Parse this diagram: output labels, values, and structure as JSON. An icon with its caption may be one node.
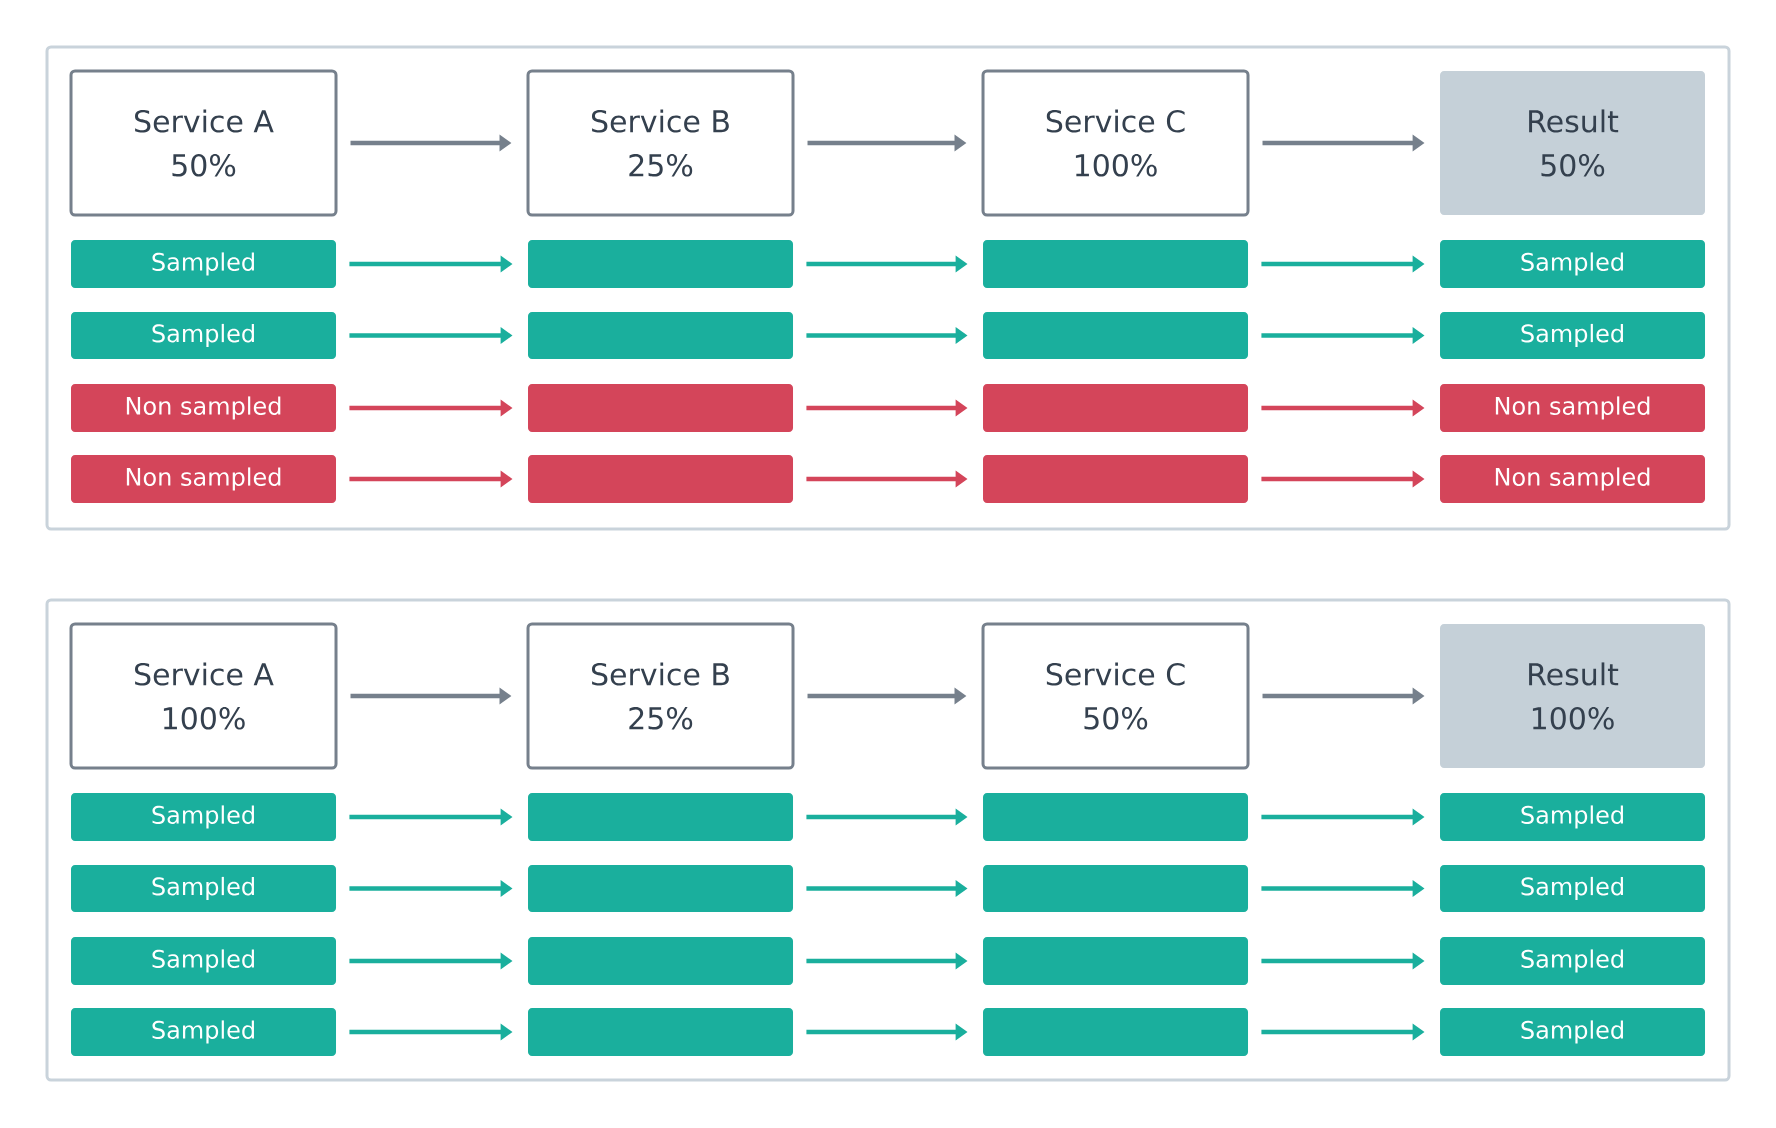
{
  "diagram": {
    "nodes": [
      {
        "text": [],
        "shape": "box"
      },
      {
        "text": [
          "Service A",
          "50%"
        ],
        "in": 0
      },
      {
        "text": [
          "Service B",
          "25%"
        ],
        "in": 0
      },
      {
        "text": [
          "Service C",
          "100%"
        ],
        "in": 0
      },
      {
        "text": [
          "Result",
          "50%"
        ],
        "in": 0
      },
      {
        "text": [
          "Sampled"
        ],
        "in": 0
      },
      {
        "text": [],
        "shape": "bar",
        "in": 0
      },
      {
        "text": [],
        "shape": "bar",
        "in": 0
      },
      {
        "text": [
          "Sampled"
        ],
        "in": 0
      },
      {
        "text": [
          "Sampled"
        ],
        "in": 0
      },
      {
        "text": [],
        "shape": "bar",
        "in": 0
      },
      {
        "text": [],
        "shape": "bar",
        "in": 0
      },
      {
        "text": [
          "Sampled"
        ],
        "in": 0
      },
      {
        "text": [
          "Non sampled"
        ],
        "in": 0
      },
      {
        "text": [],
        "shape": "bar",
        "in": 0
      },
      {
        "text": [],
        "shape": "bar",
        "in": 0
      },
      {
        "text": [
          "Non sampled"
        ],
        "in": 0
      },
      {
        "text": [
          "Non sampled"
        ],
        "in": 0
      },
      {
        "text": [],
        "shape": "bar",
        "in": 0
      },
      {
        "text": [],
        "shape": "bar",
        "in": 0
      },
      {
        "text": [
          "Non sampled"
        ],
        "in": 0
      },
      {
        "text": [],
        "shape": "box"
      },
      {
        "text": [
          "Service A",
          "100%"
        ],
        "in": 21
      },
      {
        "text": [
          "Service B",
          "25%"
        ],
        "in": 21
      },
      {
        "text": [
          "Service C",
          "50%"
        ],
        "in": 21
      },
      {
        "text": [
          "Result",
          "100%"
        ],
        "in": 21
      },
      {
        "text": [
          "Sampled"
        ],
        "in": 21
      },
      {
        "text": [],
        "shape": "bar",
        "in": 21
      },
      {
        "text": [],
        "shape": "bar",
        "in": 21
      },
      {
        "text": [
          "Sampled"
        ],
        "in": 21
      },
      {
        "text": [
          "Sampled"
        ],
        "in": 21
      },
      {
        "text": [],
        "shape": "bar",
        "in": 21
      },
      {
        "text": [],
        "shape": "bar",
        "in": 21
      },
      {
        "text": [
          "Sampled"
        ],
        "in": 21
      },
      {
        "text": [
          "Sampled"
        ],
        "in": 21
      },
      {
        "text": [],
        "shape": "bar",
        "in": 21
      },
      {
        "text": [],
        "shape": "bar",
        "in": 21
      },
      {
        "text": [
          "Sampled"
        ],
        "in": 21
      },
      {
        "text": [
          "Sampled"
        ],
        "in": 21
      },
      {
        "text": [],
        "shape": "bar",
        "in": 21
      },
      {
        "text": [],
        "shape": "bar",
        "in": 21
      },
      {
        "text": [
          "Sampled"
        ],
        "in": 21
      }
    ],
    "edges": [
      {
        "from": 1,
        "to": 2,
        "arrow": "to",
        "color": "#76808c"
      },
      {
        "from": 2,
        "to": 3,
        "arrow": "to",
        "color": "#76808c"
      },
      {
        "from": 3,
        "to": 4,
        "arrow": "to",
        "color": "#76808c"
      },
      {
        "from": 5,
        "to": 6,
        "arrow": "to"
      },
      {
        "from": 6,
        "to": 7,
        "arrow": "to"
      },
      {
        "from": 7,
        "to": 8,
        "arrow": "to"
      },
      {
        "from": 9,
        "to": 10,
        "arrow": "to"
      },
      {
        "from": 10,
        "to": 11,
        "arrow": "to"
      },
      {
        "from": 11,
        "to": 12,
        "arrow": "to"
      },
      {
        "from": 13,
        "to": 14,
        "arrow": "to",
        "color": "#d4455a"
      },
      {
        "from": 14,
        "to": 15,
        "arrow": "to",
        "color": "#d4455a"
      },
      {
        "from": 15,
        "to": 16,
        "arrow": "to",
        "color": "#d4455a"
      },
      {
        "from": 17,
        "to": 18,
        "arrow": "to",
        "color": "#d4455a"
      },
      {
        "from": 18,
        "to": 19,
        "arrow": "to",
        "color": "#d4455a"
      },
      {
        "from": 19,
        "to": 20,
        "arrow": "to",
        "color": "#d4455a"
      },
      {
        "from": 22,
        "to": 23,
        "arrow": "to",
        "color": "#76808c"
      },
      {
        "from": 23,
        "to": 24,
        "arrow": "to",
        "color": "#76808c"
      },
      {
        "from": 24,
        "to": 25,
        "arrow": "to",
        "color": "#76808c"
      },
      {
        "from": 26,
        "to": 27,
        "arrow": "to"
      },
      {
        "from": 27,
        "to": 28,
        "arrow": "to"
      },
      {
        "from": 28,
        "to": 29,
        "arrow": "to"
      },
      {
        "from": 30,
        "to": 31,
        "arrow": "to"
      },
      {
        "from": 31,
        "to": 32,
        "arrow": "to"
      },
      {
        "from": 32,
        "to": 33,
        "arrow": "to"
      },
      {
        "from": 34,
        "to": 35,
        "arrow": "to"
      },
      {
        "from": 35,
        "to": 36,
        "arrow": "to"
      },
      {
        "from": 36,
        "to": 37,
        "arrow": "to"
      },
      {
        "from": 38,
        "to": 39,
        "arrow": "to"
      },
      {
        "from": 39,
        "to": 40,
        "arrow": "to"
      },
      {
        "from": 40,
        "to": 41,
        "arrow": "to"
      }
    ]
  }
}
